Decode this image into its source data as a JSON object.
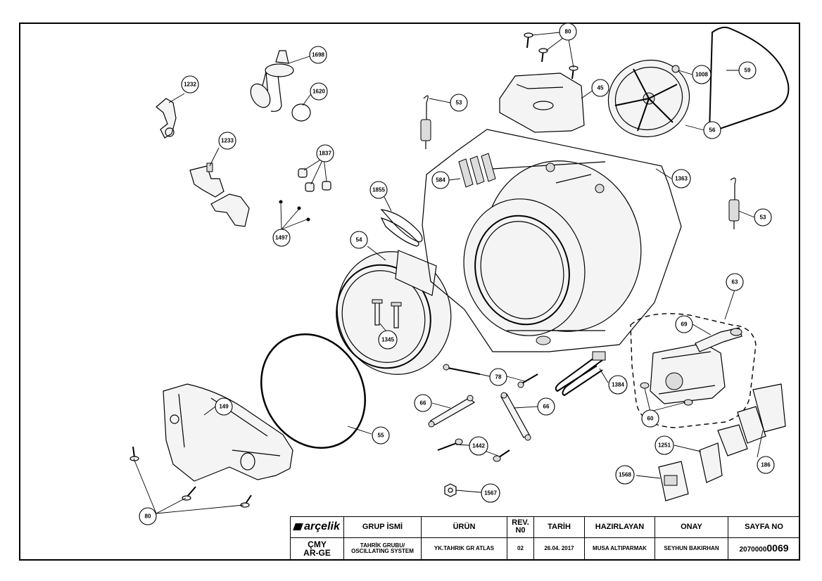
{
  "callouts": {
    "c1698": "1698",
    "c1620": "1620",
    "c1232": "1232",
    "c1233": "1233",
    "c1837": "1837",
    "c1497": "1497",
    "c1855": "1855",
    "c54": "54",
    "c53a": "53",
    "c53b": "53",
    "c80top": "80",
    "c45": "45",
    "c1008": "1008",
    "c59": "59",
    "c56": "56",
    "c584": "584",
    "c1363": "1363",
    "c63": "63",
    "c69": "69",
    "c60": "60",
    "c1345": "1345",
    "c78": "78",
    "c1384": "1384",
    "c66a": "66",
    "c66b": "66",
    "c149": "149",
    "c55": "55",
    "c1442": "1442",
    "c1567": "1567",
    "c1251": "1251",
    "c186": "186",
    "c1568": "1568",
    "c80bottom": "80"
  },
  "title_block": {
    "logo": "arçelik",
    "headers": {
      "group_name": "GRUP İSMİ",
      "product": "ÜRÜN",
      "rev_line1": "REV.",
      "rev_line2": "N0",
      "date": "TARİH",
      "prepared_by": "HAZIRLAYAN",
      "approval": "ONAY",
      "page_no": "SAYFA NO"
    },
    "dept_line1": "ÇMY",
    "dept_line2": "AR-GE",
    "group_line1": "TAHRİK GRUBU/",
    "group_line2": "OSCILLATING SYSTEM",
    "product": "YK.TAHRIK GR ATLAS",
    "revision": "02",
    "date": "26.04. 2017",
    "prepared_by": "MUSA ALTIPARMAK",
    "approved_by": "SEYHUN BAKIRHAN",
    "page_prefix": "2070000",
    "page_suffix": "0069"
  }
}
